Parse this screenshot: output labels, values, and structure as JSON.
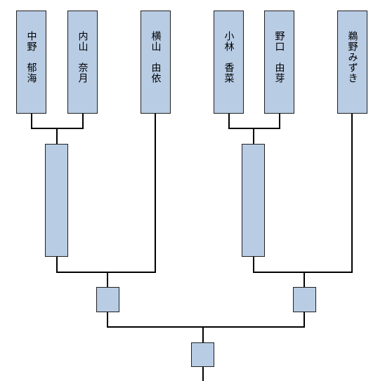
{
  "players": [
    {
      "id": "p1",
      "name": "中野　郁海"
    },
    {
      "id": "p2",
      "name": "内山　奈月"
    },
    {
      "id": "p3",
      "name": "横山　由依"
    },
    {
      "id": "p4",
      "name": "小林　香菜"
    },
    {
      "id": "p5",
      "name": "野口　由芽"
    },
    {
      "id": "p6",
      "name": "鵜野みずき"
    }
  ],
  "colors": {
    "box_fill": "#b8cce4",
    "box_border": "#1f1f1f",
    "line": "#000000"
  }
}
